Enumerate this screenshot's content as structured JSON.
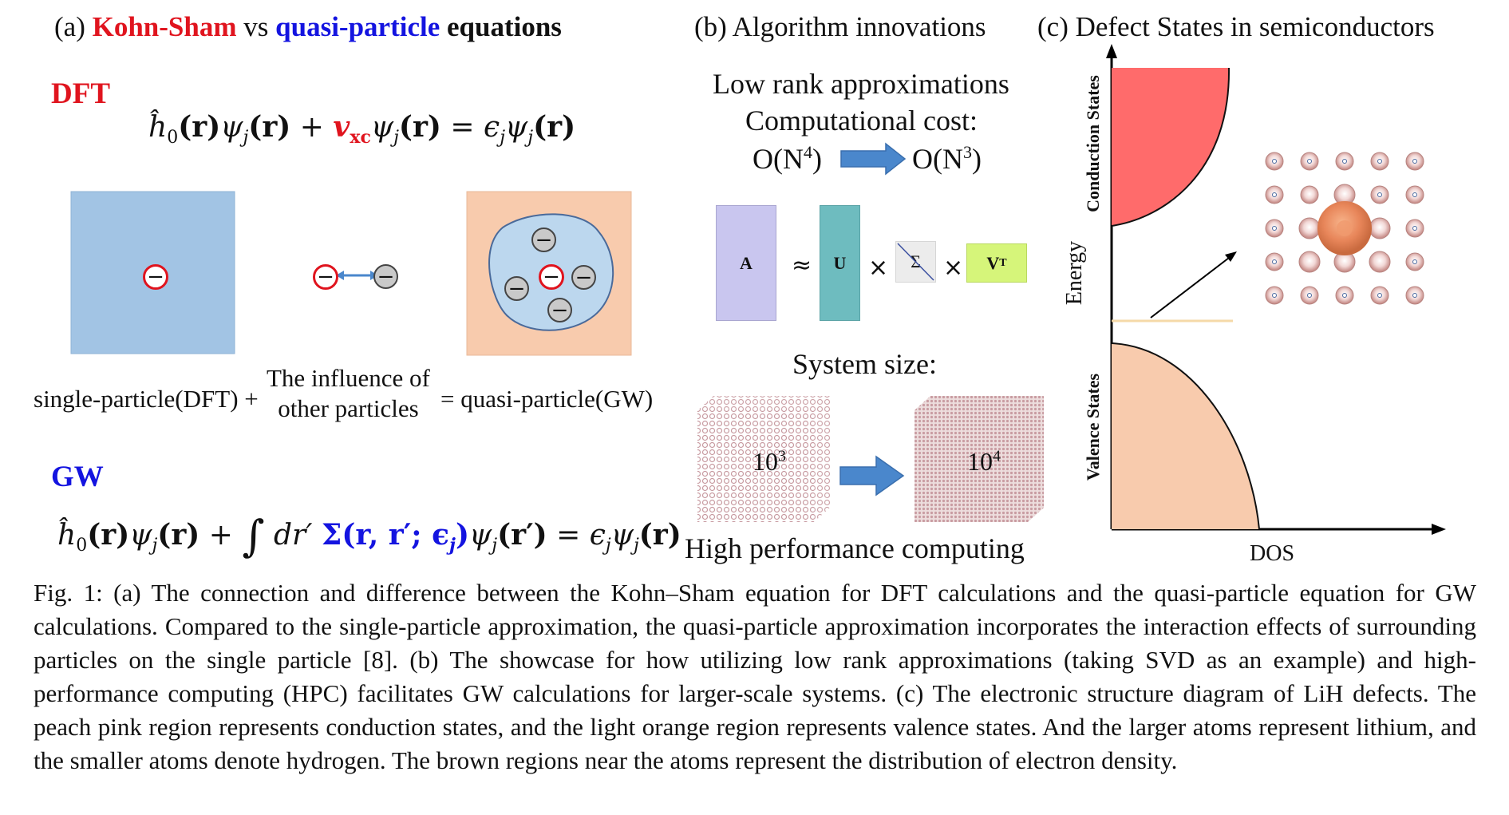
{
  "panel_a": {
    "title_prefix": "(a)",
    "title_red": "Kohn-Sham",
    "title_vs": "vs",
    "title_blue": "quasi-particle",
    "title_suffix": "equations",
    "dft_label": "DFT",
    "gw_label": "GW",
    "dft_equation": {
      "h0": "ĥ",
      "h0_sub": "0",
      "r": "(r)",
      "psi": "ψ",
      "sub_j": "j",
      "plus": "+",
      "vxc": "v",
      "vxc_sub": "xc",
      "equals": "=",
      "eps": "ϵ"
    },
    "gw_equation": {
      "integral": "∫",
      "dr": "dr′",
      "sigma": "Σ(r, r′; ϵ",
      "sigma_close": ")",
      "rprime": "(r′)"
    },
    "electron_symbol": "−",
    "eq_single": "single-particle(DFT) +",
    "eq_influence_line1": "The influence of",
    "eq_influence_line2": "other particles",
    "eq_result": "= quasi-particle(GW)",
    "colors": {
      "blue_box": "#a2c4e4",
      "peach_box": "#f8cbad",
      "electron_ring": "#e0141e"
    }
  },
  "panel_b": {
    "title": "(b) Algorithm innovations",
    "low_rank": "Low rank approximations",
    "cost_label": "Computational cost:",
    "cost_from": "O(N",
    "cost_from_exp": "4",
    "cost_to": "O(N",
    "cost_to_exp": "3",
    "matrix_a": "A",
    "approx": "≈",
    "matrix_u": "U",
    "times": "×",
    "matrix_sigma": "Σ",
    "matrix_v": "V",
    "matrix_v_exp": "T",
    "system_size": "System size:",
    "cube_small": "10",
    "cube_small_exp": "3",
    "cube_large": "10",
    "cube_large_exp": "4",
    "hpc": "High performance computing",
    "colors": {
      "a": "#c9c6ef",
      "u": "#6ebcbf",
      "sigma": "#ececec",
      "v": "#d6f57a",
      "arrow": "#4a87cc"
    }
  },
  "panel_c": {
    "title": "(c) Defect States in semiconductors",
    "y_axis": "Energy",
    "x_axis": "DOS",
    "conduction": "Conduction States",
    "valence": "Valence States",
    "colors": {
      "conduction": "#ff6b6b",
      "valence": "#f8cbad",
      "defect": "#f5d9a8",
      "li": "#e8865a"
    }
  },
  "caption": "Fig. 1: (a) The connection and difference between the Kohn–Sham equation for DFT calculations and the quasi-particle equation for GW calculations. Compared to the single-particle approximation, the quasi-particle approximation incorporates the interaction effects of surrounding particles on the single particle [8]. (b) The showcase for how utilizing low rank approximations (taking SVD as an example) and high-performance computing (HPC) facilitates GW calculations for larger-scale systems. (c) The electronic structure diagram of LiH defects. The peach pink region represents conduction states, and the light orange region represents valence states. And the larger atoms represent lithium, and the smaller atoms denote hydrogen. The brown regions near the atoms represent the distribution of electron density."
}
